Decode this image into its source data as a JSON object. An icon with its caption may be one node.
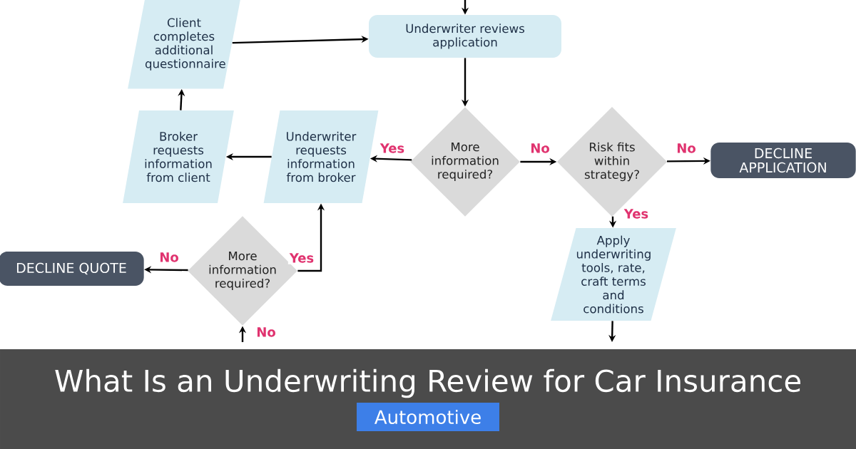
{
  "diagram": {
    "title": "What Is an Underwriting Review for Car Insurance",
    "nodes": [
      {
        "text": [
          "Client completes additional questionnaire"
        ]
      },
      {
        "text": [
          "Underwriter reviews application"
        ]
      },
      {
        "text": [
          "Broker requests information from client"
        ]
      },
      {
        "text": [
          "Underwriter requests information from broker"
        ]
      },
      {
        "text": [
          "More information required?"
        ]
      },
      {
        "text": [
          "Risk fits within strategy?"
        ]
      },
      {
        "text": [
          "DECLINE APPLICATION"
        ]
      },
      {
        "text": [
          "Apply underwriting tools, rate, craft terms and conditions"
        ]
      },
      {
        "text": [
          "DECLINE QUOTE"
        ]
      },
      {
        "text": [
          "More information required?"
        ]
      }
    ],
    "edges": [
      {
        "from": null,
        "to": 1,
        "arrow": "to"
      },
      {
        "from": 0,
        "to": 1,
        "arrow": "to"
      },
      {
        "from": 1,
        "to": 4,
        "arrow": "to"
      },
      {
        "from": 4,
        "to": 3,
        "arrow": "to",
        "label": "Yes"
      },
      {
        "from": 4,
        "to": 5,
        "arrow": "to",
        "label": "No"
      },
      {
        "from": 5,
        "to": 6,
        "arrow": "to",
        "label": "No"
      },
      {
        "from": 5,
        "to": 7,
        "arrow": "to",
        "label": "Yes"
      },
      {
        "from": 3,
        "to": 2,
        "arrow": "to"
      },
      {
        "from": 2,
        "to": 0,
        "arrow": "to"
      },
      {
        "from": 9,
        "to": 8,
        "arrow": "to",
        "label": "No"
      },
      {
        "from": 9,
        "to": 3,
        "arrow": "to",
        "label": "Yes"
      },
      {
        "from": null,
        "to": 9,
        "arrow": "to",
        "label": "No"
      },
      {
        "from": 7,
        "to": null,
        "arrow": "to"
      }
    ],
    "labels": [
      "Automotive"
    ]
  }
}
